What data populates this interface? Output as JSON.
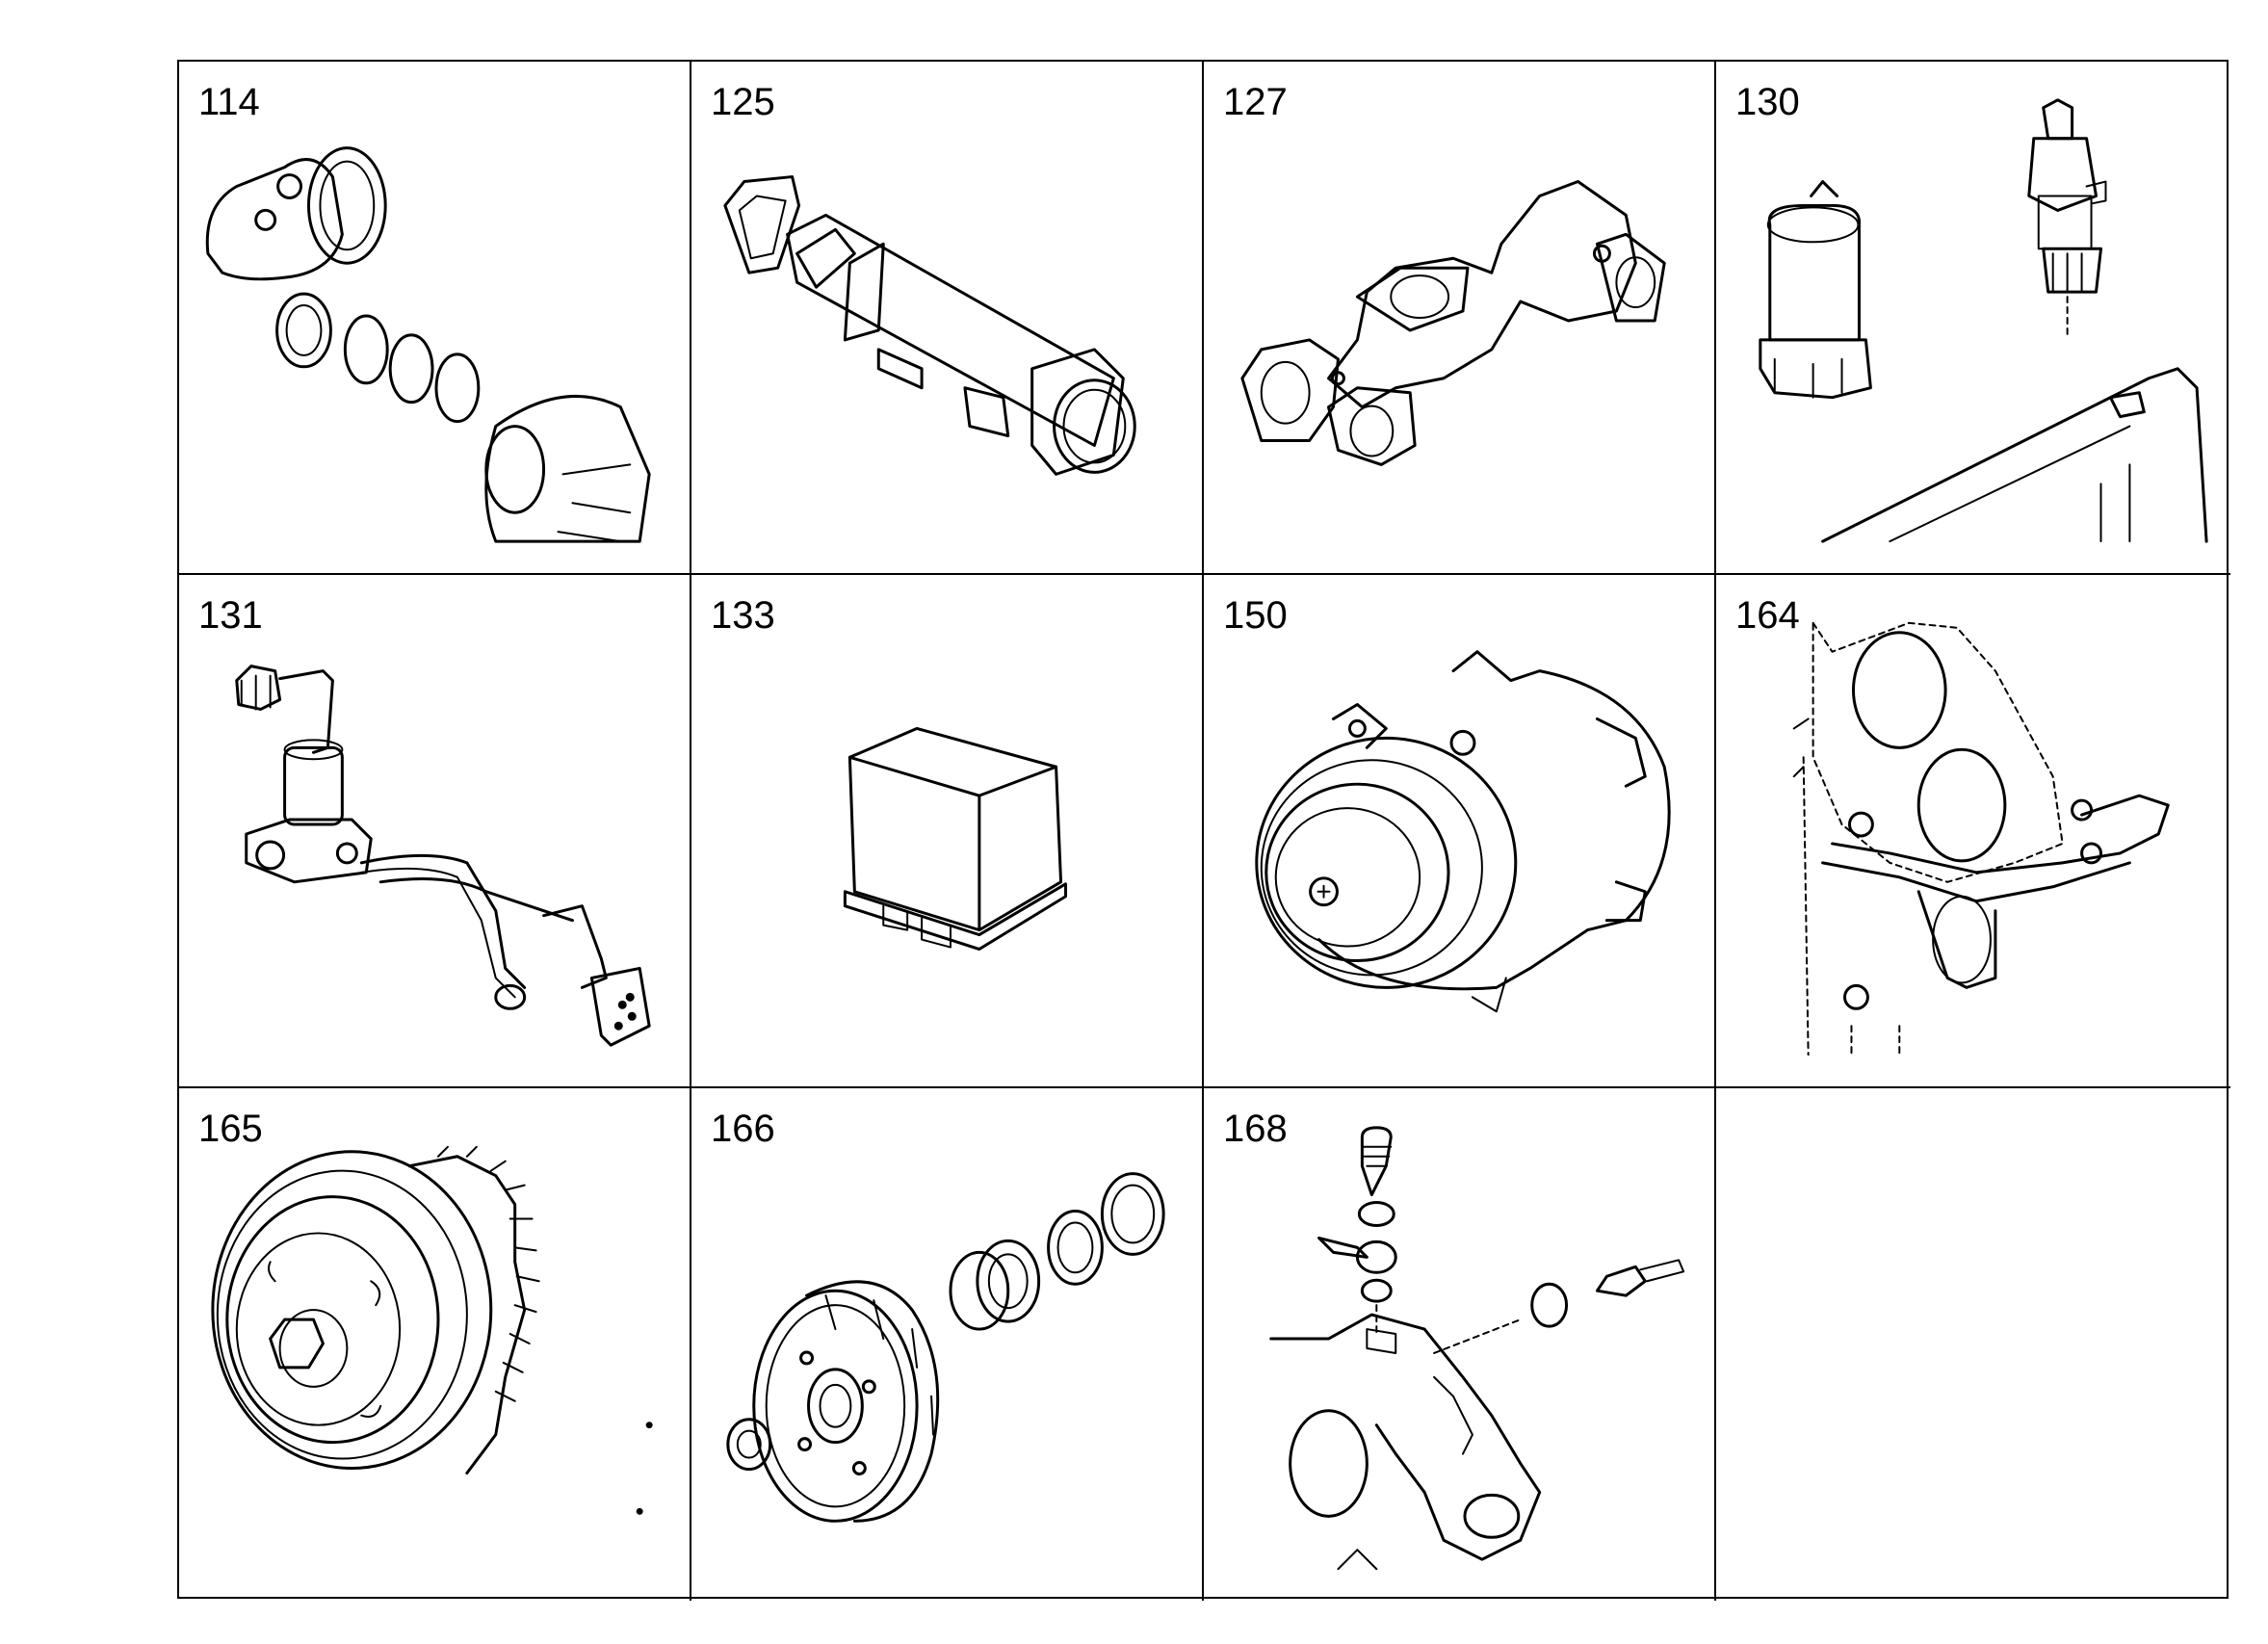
{
  "panels": [
    {
      "number": "114",
      "part_icon": "turbo-outlet-with-rings"
    },
    {
      "number": "125",
      "part_icon": "egr-cooler"
    },
    {
      "number": "127",
      "part_icon": "exhaust-manifold"
    },
    {
      "number": "130",
      "part_icon": "sensor-and-valve"
    },
    {
      "number": "131",
      "part_icon": "solenoid-valve-with-pipes"
    },
    {
      "number": "133",
      "part_icon": "relay-box"
    },
    {
      "number": "150",
      "part_icon": "ac-compressor"
    },
    {
      "number": "164",
      "part_icon": "engine-bracket-with-pipe"
    },
    {
      "number": "165",
      "part_icon": "fan-clutch"
    },
    {
      "number": "166",
      "part_icon": "pulley-with-bearings"
    },
    {
      "number": "168",
      "part_icon": "banjo-fitting-assembly"
    },
    {
      "number": "",
      "part_icon": "empty"
    }
  ]
}
